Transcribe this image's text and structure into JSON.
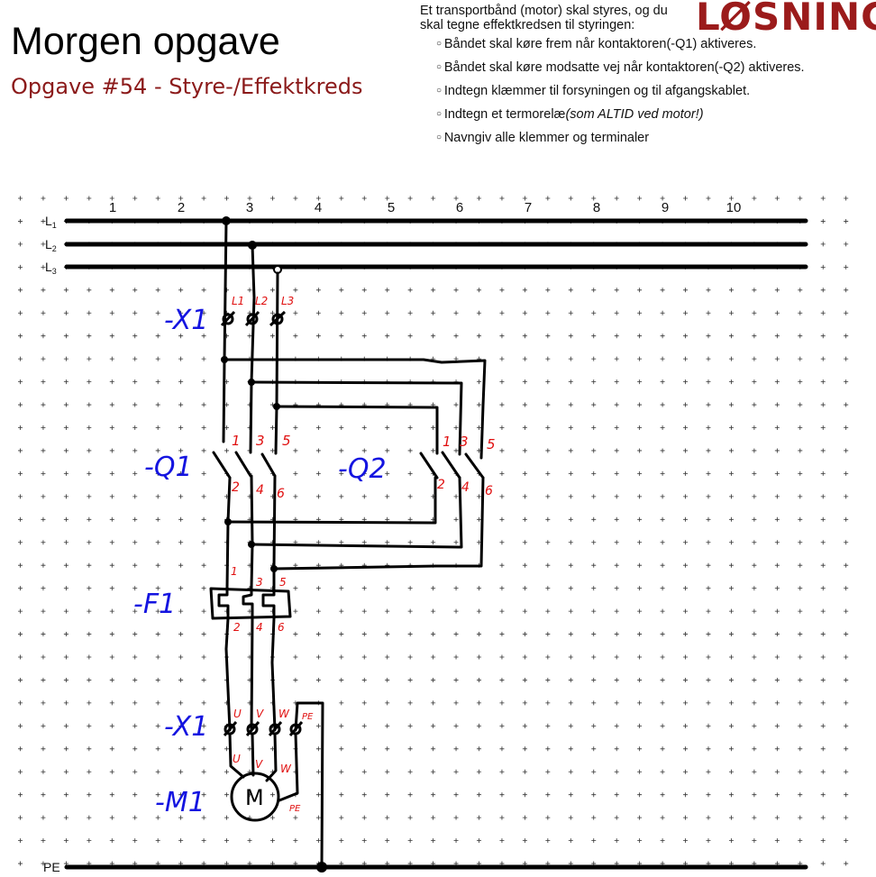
{
  "header": {
    "title": "Morgen opgave",
    "subtitle": "Opgave #54 - Styre-/Effektkreds",
    "solution_stamp": "LØSNING"
  },
  "task": {
    "intro": "Et transportbånd (motor) skal styres, og du skal tegne effektkredsen til styringen:",
    "items": [
      "Båndet skal køre frem når kontaktoren(-Q1) aktiveres.",
      "Båndet skal køre modsatte vej når kontaktoren(-Q2) aktiveres.",
      "Indtegn klæmmer til forsyningen og til afgangskablet."
    ],
    "item4_plain": "Indtegn et termorelæ",
    "item4_italic": "(som ALTID ved motor!)",
    "item5": "Navngiv alle klemmer og terminaler"
  },
  "diagram": {
    "columns": [
      "1",
      "2",
      "3",
      "4",
      "5",
      "6",
      "7",
      "8",
      "9",
      "10"
    ],
    "rails": {
      "l1": "L",
      "l1_sub": "1",
      "l2": "L",
      "l2_sub": "2",
      "l3": "L",
      "l3_sub": "3",
      "pe": "PE"
    },
    "components": {
      "x1_top": "-X1",
      "q1": "-Q1",
      "q2": "-Q2",
      "f1": "-F1",
      "x1_bottom": "-X1",
      "m1": "-M1",
      "motor": "M"
    },
    "terminals": {
      "x1_top": [
        "L1",
        "L2",
        "L3"
      ],
      "q1_top": [
        "1",
        "3",
        "5"
      ],
      "q1_bottom": [
        "2",
        "4",
        "6"
      ],
      "q2_top": [
        "1",
        "3",
        "5"
      ],
      "q2_bottom": [
        "2",
        "4",
        "6"
      ],
      "f1_top": [
        "1",
        "3",
        "5"
      ],
      "f1_bottom": [
        "2",
        "4",
        "6"
      ],
      "x1_bottom_top": [
        "U",
        "V",
        "W",
        "PE"
      ],
      "x1_bottom_under": [
        "U",
        "V",
        "W"
      ],
      "motor_pe": "PE"
    },
    "colors": {
      "handwriting_blue": "#1414e0",
      "handwriting_red": "#e01010",
      "title_red": "#8b1a1a"
    }
  }
}
